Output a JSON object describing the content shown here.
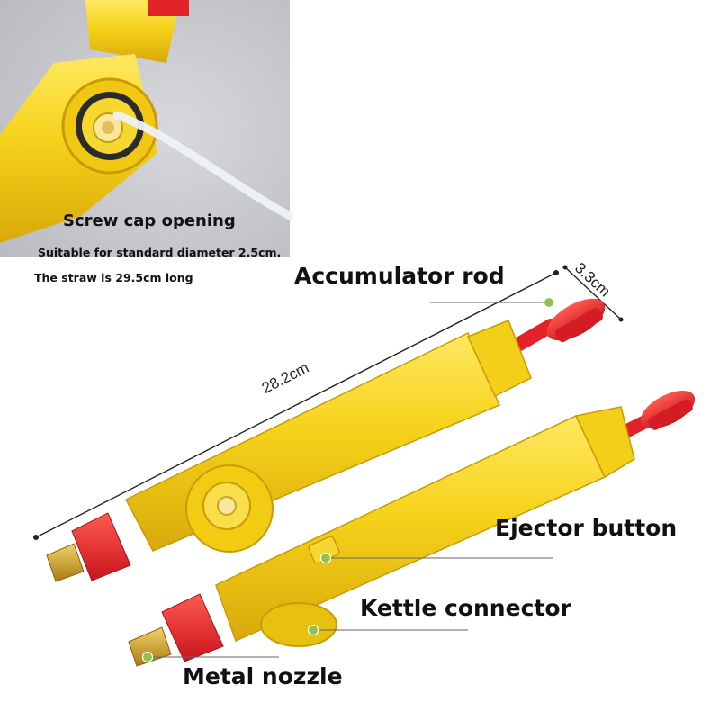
{
  "inset": {
    "title": "Screw cap opening",
    "line1": "Suitable for standard diameter 2.5cm.",
    "line2": "The straw is 29.5cm long"
  },
  "labels": {
    "accumulator_rod": "Accumulator rod",
    "ejector_button": "Ejector button",
    "kettle_connector": "Kettle connector",
    "metal_nozzle": "Metal nozzle"
  },
  "dimensions": {
    "length": "28.2cm",
    "head_diameter": "3.3cm"
  },
  "colors": {
    "body_yellow": "#f5d21a",
    "cap_red": "#e3232a",
    "nozzle_brass": "#d9a826",
    "callout_green": "#8fc24a",
    "inset_bg": "#c9cace"
  }
}
